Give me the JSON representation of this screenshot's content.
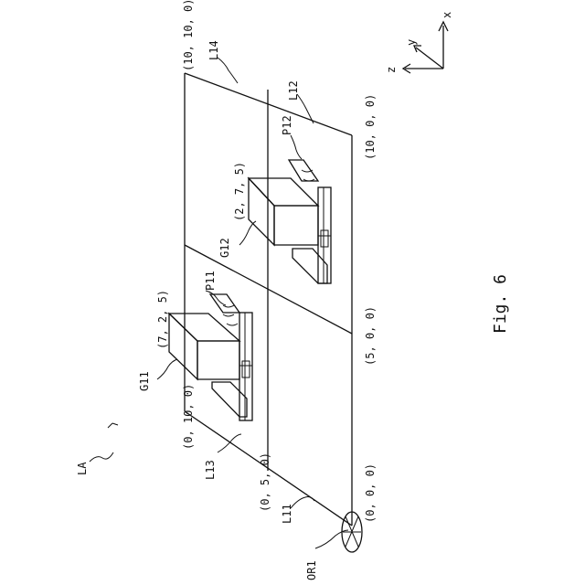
{
  "figure": {
    "caption": "Fig. 6",
    "area_label": "LA",
    "origin_label": "OR1",
    "axes": {
      "x": "x",
      "y": "y",
      "z": "z"
    },
    "regions": [
      "L11",
      "L12",
      "L13",
      "L14"
    ],
    "coords": {
      "c000": "(0, 0, 0)",
      "c500": "(5, 0, 0)",
      "c1000": "(10, 0, 0)",
      "c050": "(0, 5, 0)",
      "c0100": "(0, 10, 0)",
      "c10100": "(10, 10, 0)"
    },
    "pallets": [
      "P11",
      "P12"
    ],
    "goods": [
      "G11",
      "G12"
    ],
    "goods_positions": [
      "(7, 2, 5)",
      "(2, 7, 5)"
    ]
  }
}
